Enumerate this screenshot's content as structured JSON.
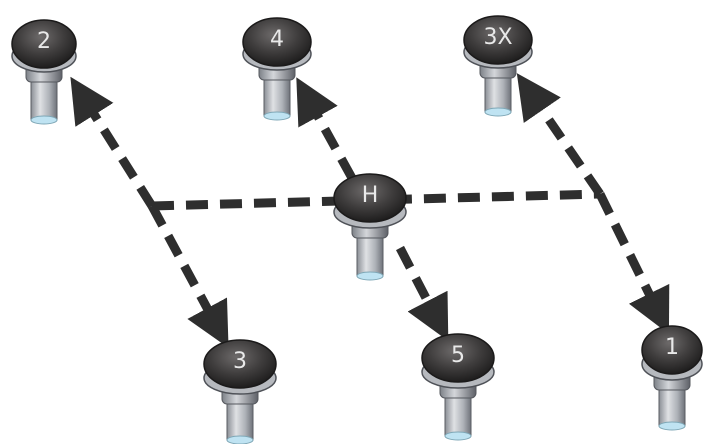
{
  "knobs": [
    {
      "id": "knob-2",
      "label": "2"
    },
    {
      "id": "knob-4",
      "label": "4"
    },
    {
      "id": "knob-3x",
      "label": "3X"
    },
    {
      "id": "knob-h",
      "label": "H"
    },
    {
      "id": "knob-3",
      "label": "3"
    },
    {
      "id": "knob-5",
      "label": "5"
    },
    {
      "id": "knob-1",
      "label": "1"
    }
  ],
  "colors": {
    "arrow": "#2e2e2e",
    "knob_cap": "#3f3d3d",
    "knob_shaft": "#b9bcc2",
    "shaft_tip": "#bfe3f2"
  }
}
